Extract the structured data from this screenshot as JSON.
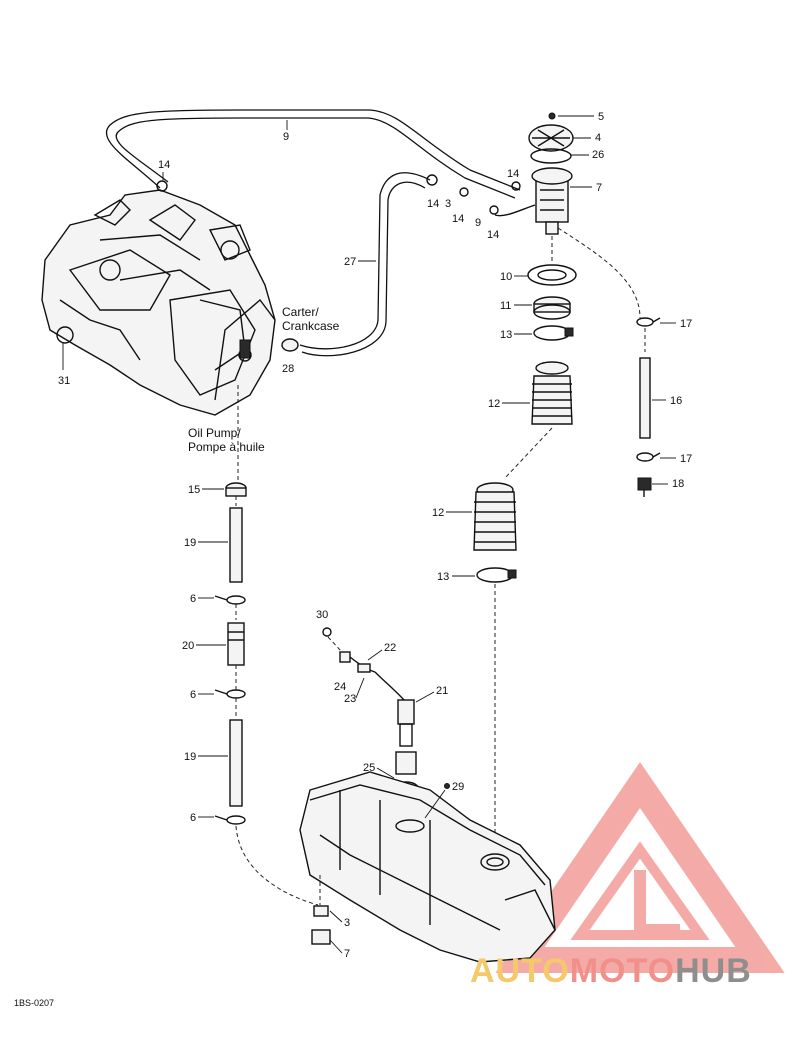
{
  "diagram": {
    "callouts": {
      "c9": "9",
      "c14a": "14",
      "c5a": "5",
      "c4": "4",
      "c26": "26",
      "c7a": "7",
      "c14b": "14",
      "c14c": "14",
      "c3a": "3",
      "c14d": "14",
      "c9b": "9",
      "c14e": "14",
      "c27": "27",
      "c10": "10",
      "c11": "11",
      "c13a": "13",
      "c17a": "17",
      "c12a": "12",
      "c16": "16",
      "c17b": "17",
      "c18": "18",
      "c31": "31",
      "c28": "28",
      "c15": "15",
      "c19a": "19",
      "c6a": "6",
      "c20": "20",
      "c6b": "6",
      "c19b": "19",
      "c6c": "6",
      "c12b": "12",
      "c13b": "13",
      "c30": "30",
      "c22": "22",
      "c24": "24",
      "c23": "23",
      "c21": "21",
      "c25": "25",
      "c29": "29",
      "c3b": "3",
      "c7b": "7"
    },
    "labels": {
      "carter": "Carter/",
      "crankcase": "Crankcase",
      "oil_pump": "Oil Pump/",
      "pompe": "Pompe à huile"
    },
    "figure_code": "1BS-0207"
  },
  "watermark": {
    "part1": "AUTO",
    "part2": "MOTO",
    "part3": "HUB",
    "colors": {
      "auto": "#f5c96a",
      "moto": "#f1908a",
      "hub": "#8e8e8e",
      "triangle": "#f1908a"
    }
  }
}
